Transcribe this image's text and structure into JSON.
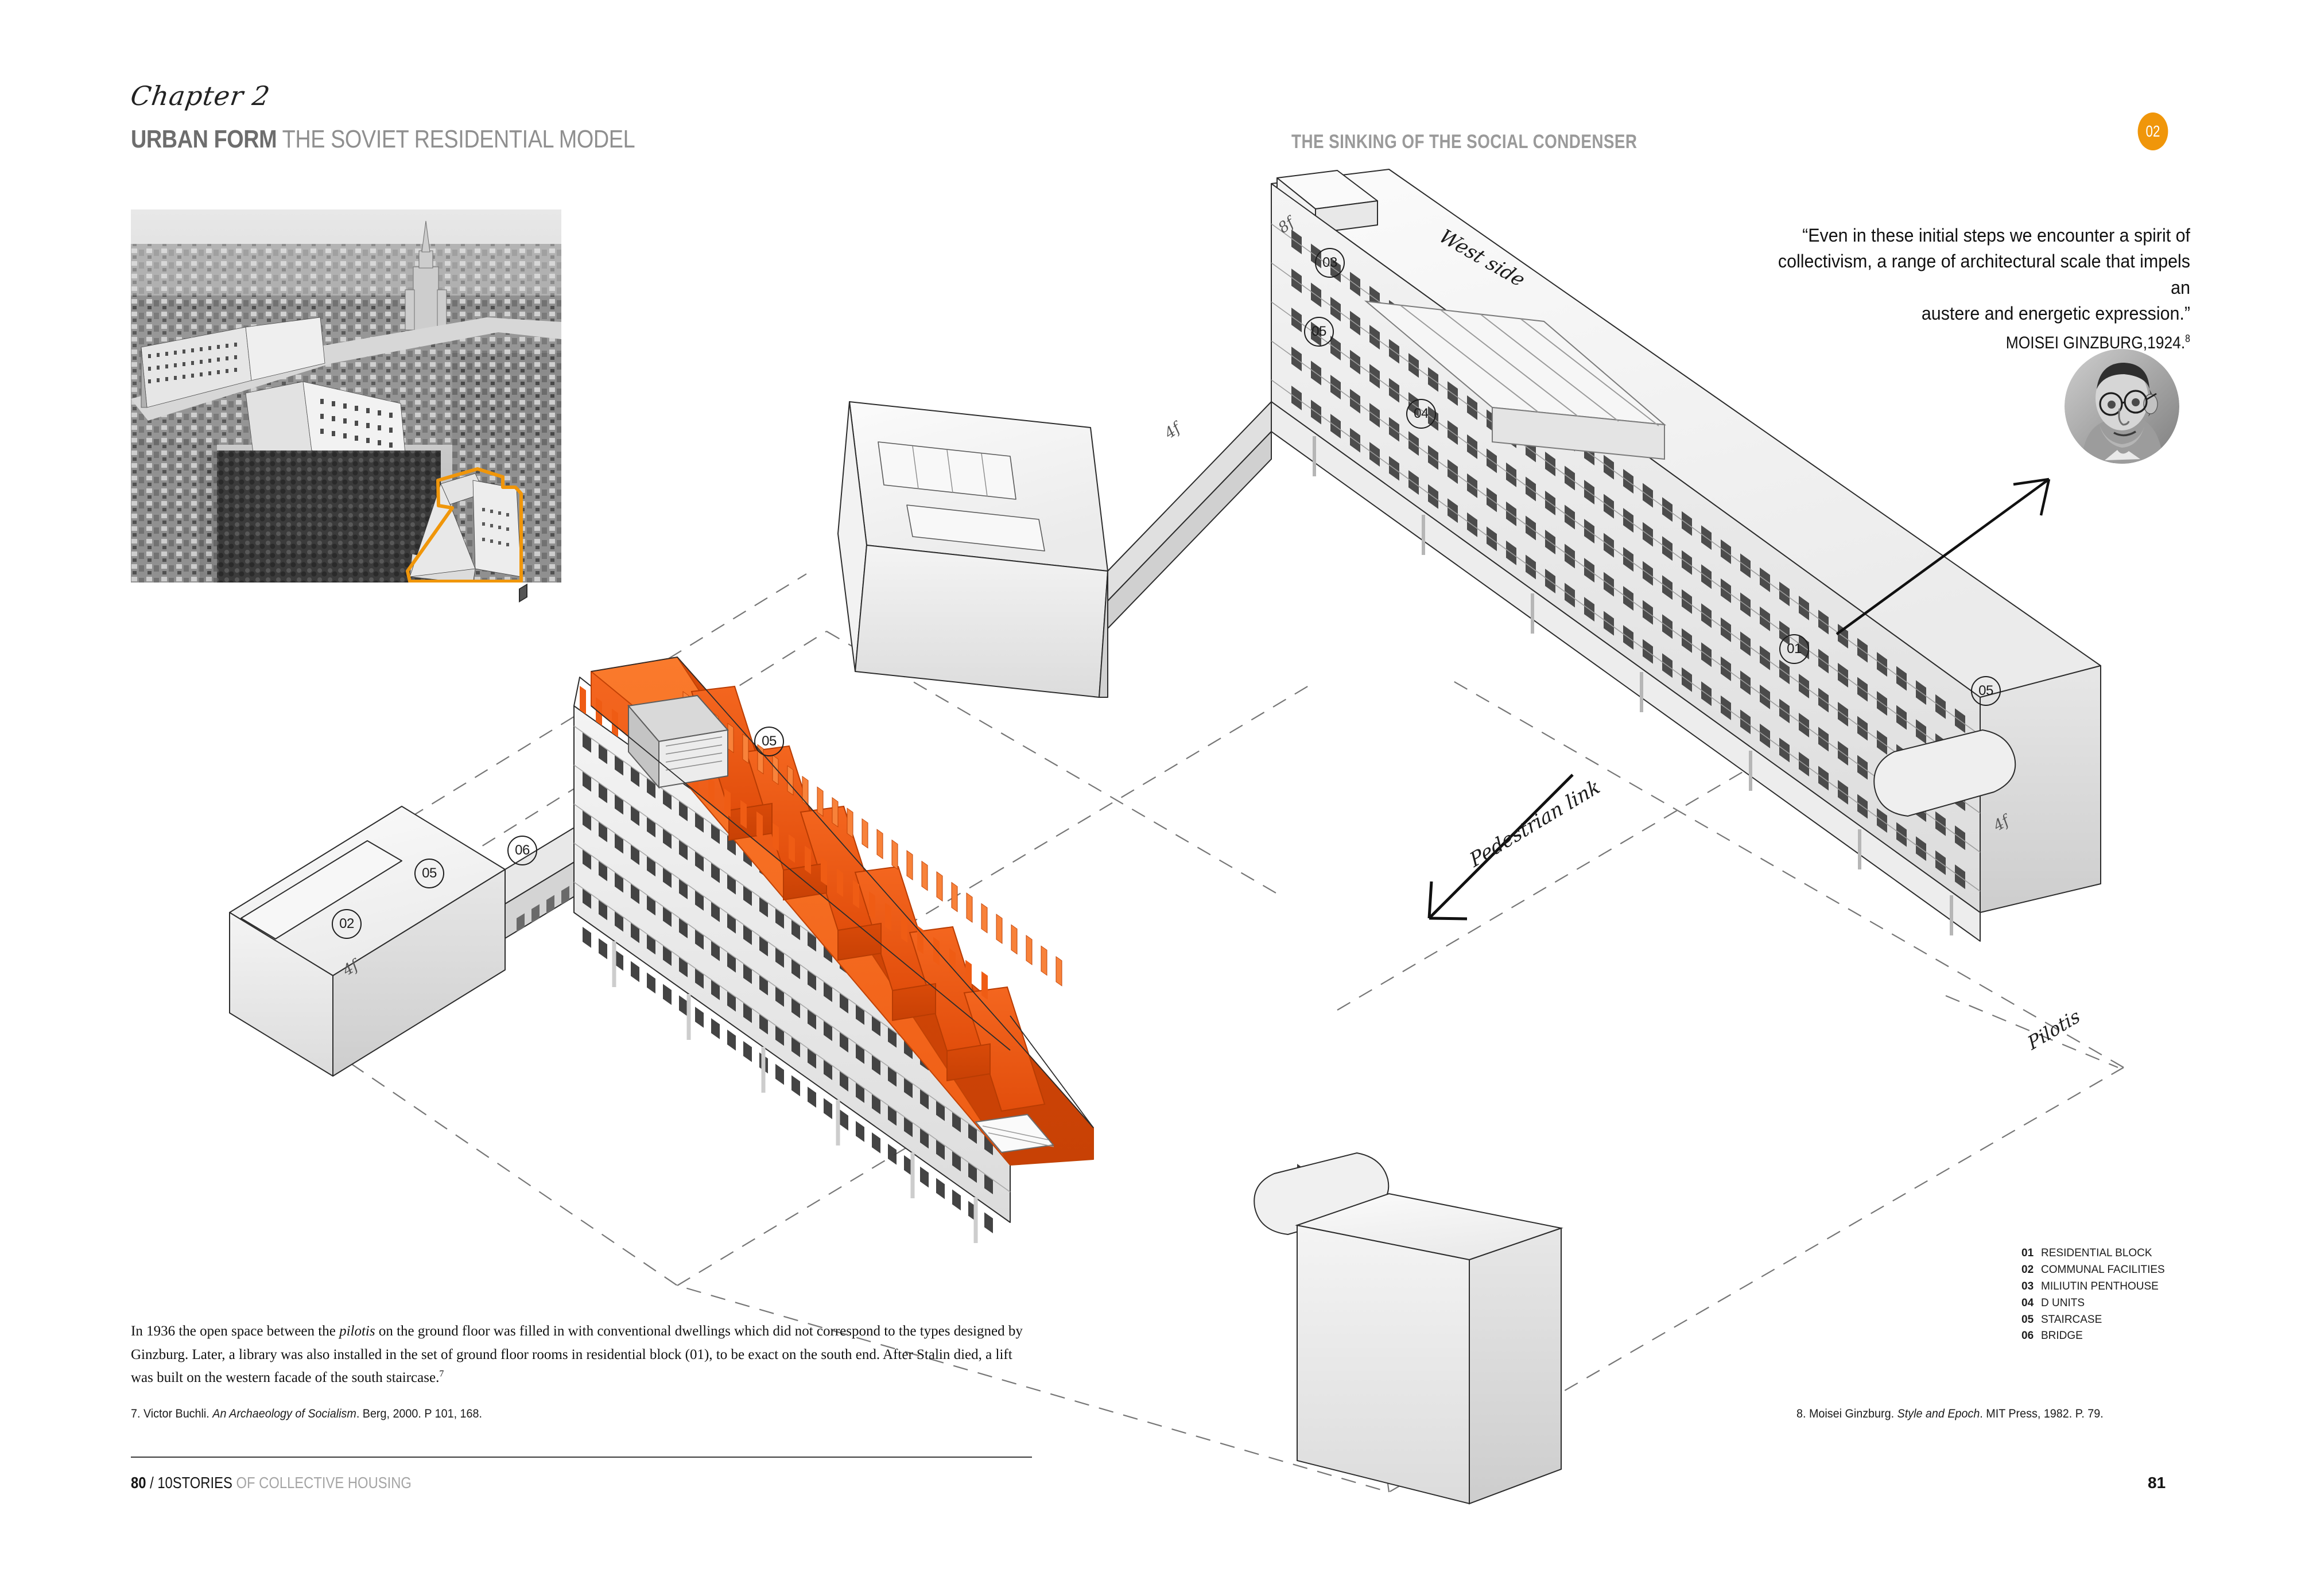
{
  "header": {
    "chapter_script": "Chapter 2",
    "title_strong": "URBAN FORM",
    "title_light": " THE SOVIET RESIDENTIAL MODEL",
    "running_head": "THE SINKING OF THE SOCIAL CONDENSER",
    "chapter_badge": "02",
    "accent_color": "#f0960a"
  },
  "quote": {
    "line1": "“Even in these initial steps we encounter a spirit of",
    "line2": "collectivism, a range of architectural scale that impels an",
    "line3": "austere and energetic expression.”",
    "attribution": "MOISEI GINZBURG,1924.",
    "attribution_note": "8"
  },
  "drawing": {
    "hand_labels": {
      "west_side": "West side",
      "pedestrian_link": "Pedestrian link",
      "pilotis": "Pilotis",
      "floor_8f": "8f",
      "floor_4f_left": "4f",
      "floor_4f_mid": "4f",
      "floor_4f_right": "4f"
    },
    "callouts": [
      {
        "id": "c01",
        "label": "01"
      },
      {
        "id": "c02",
        "label": "02"
      },
      {
        "id": "c03",
        "label": "03"
      },
      {
        "id": "c04",
        "label": "04"
      },
      {
        "id": "c05a",
        "label": "05"
      },
      {
        "id": "c05b",
        "label": "05"
      },
      {
        "id": "c05c",
        "label": "05"
      },
      {
        "id": "c05d",
        "label": "05"
      },
      {
        "id": "c06",
        "label": "06"
      }
    ],
    "section_color": "#f1551b"
  },
  "legend": {
    "items": [
      {
        "num": "01",
        "label": "RESIDENTIAL BLOCK"
      },
      {
        "num": "02",
        "label": "COMMUNAL FACILITIES"
      },
      {
        "num": "03",
        "label": "MILIUTIN PENTHOUSE"
      },
      {
        "num": "04",
        "label": "D UNITS"
      },
      {
        "num": "05",
        "label": "STAIRCASE"
      },
      {
        "num": "06",
        "label": "BRIDGE"
      }
    ]
  },
  "body": {
    "para_part1": "In 1936 the open space between the ",
    "para_italic": "pilotis",
    "para_part2": " on the ground floor was filled in with conventional dwellings which did not correspond to the types designed by Ginzburg. Later, a library was also installed in the set of ground floor rooms in residential block (01), to be exact on the south end. After Stalin died, a lift was built on the western facade of the south staircase.",
    "para_note": "7"
  },
  "footnotes": {
    "left_pre": "7. Victor Buchli. ",
    "left_italic": "An Archaeology of Socialism",
    "left_post": ". Berg, 2000. P 101, 168.",
    "right_pre": "8. Moisei Ginzburg. ",
    "right_italic": "Style and Epoch",
    "right_post": ". MIT Press, 1982. P. 79."
  },
  "footer": {
    "page_left": "80",
    "separator": " / ",
    "brand": "10STORIES",
    "brand_sub": " OF COLLECTIVE HOUSING",
    "page_right": "81"
  }
}
